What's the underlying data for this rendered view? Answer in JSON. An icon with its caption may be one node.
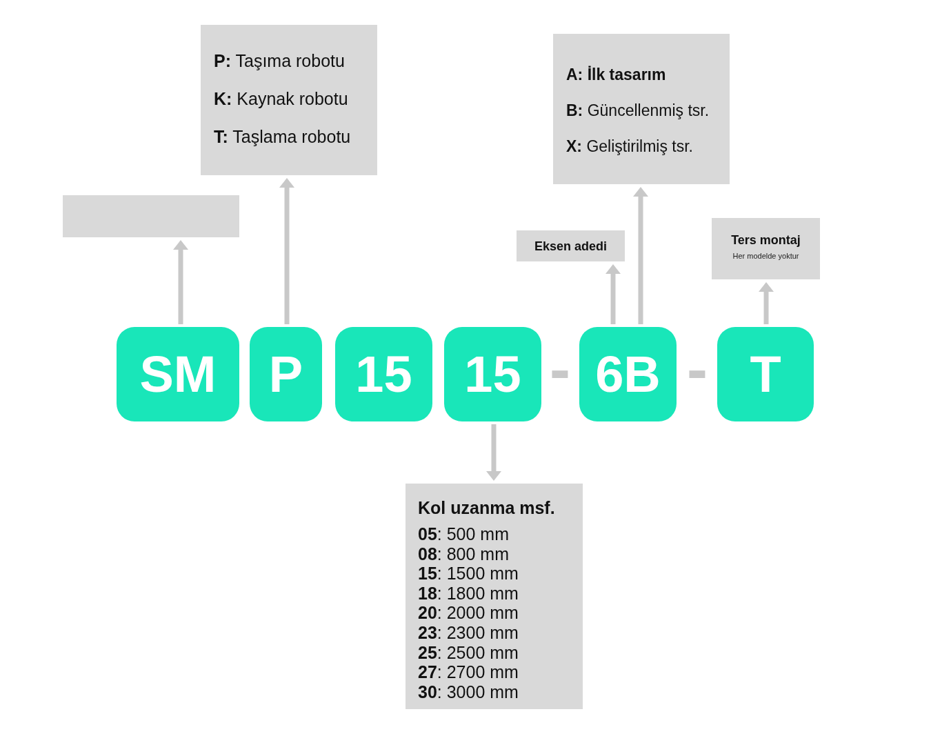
{
  "diagram": {
    "nodes": [
      {
        "text": [
          "**P:** Taşıma robotu",
          "**K:** Kaynak robotu",
          "**T:** Taşlama robotu"
        ]
      },
      {
        "text": [
          "A: İlk tasarım",
          "**B:** Güncellenmiş tsr.",
          "**X:** Geliştirilmiş tsr."
        ]
      },
      {
        "text": [],
        "shape": "box"
      },
      {
        "text": [
          "Ters montaj",
          "Her modelde yoktur"
        ]
      },
      {
        "text": [
          "Eksen adedi"
        ]
      },
      {
        "text": [
          "SM"
        ]
      },
      {
        "text": [
          "P"
        ]
      },
      {
        "text": [
          "15"
        ]
      },
      {
        "text": [
          "15"
        ]
      },
      {
        "text": [
          "6B"
        ]
      },
      {
        "text": [
          "T"
        ]
      },
      {
        "text": [
          "Kol uzanma msf.",
          "**05**: 500 mm",
          "**08**: 800 mm",
          "**15**: 1500 mm",
          "**18**: 1800 mm",
          "**20**: 2000 mm",
          "**23**: 2300 mm",
          "**25**: 2500 mm",
          "**27**: 2700 mm",
          "**30**: 3000 mm"
        ]
      }
    ],
    "edges": [
      {
        "from": 5,
        "to": 2,
        "arrow": "to"
      },
      {
        "from": 6,
        "to": 0,
        "arrow": "to"
      },
      {
        "from": 9,
        "to": 4,
        "arrow": "to"
      },
      {
        "from": 9,
        "to": 1,
        "arrow": "to"
      },
      {
        "from": 10,
        "to": 3,
        "arrow": "to"
      },
      {
        "from": 8,
        "to": 11,
        "arrow": "to"
      }
    ],
    "labels": [
      "-",
      "-"
    ]
  }
}
